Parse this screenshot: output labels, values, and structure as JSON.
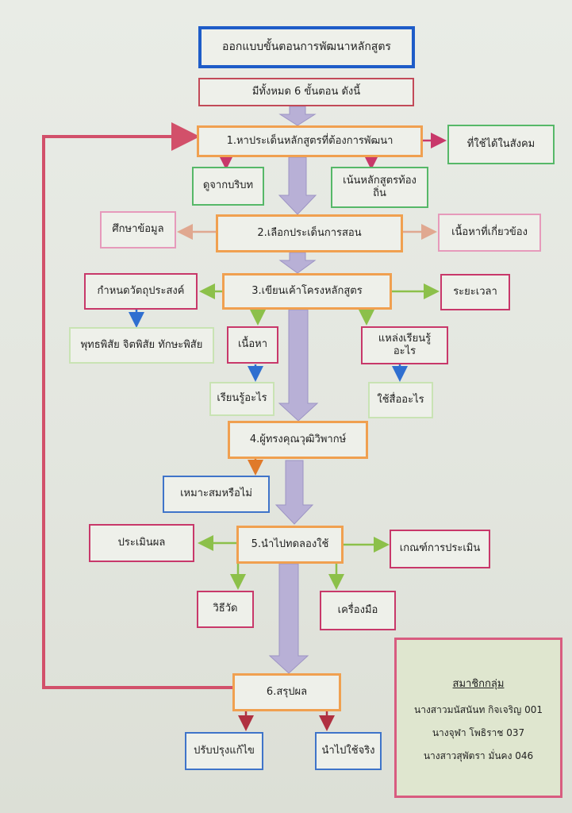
{
  "title": "ออกแบบขั้นตอนการพัฒนาหลักสูตร",
  "subtitle": "มีทั้งหมด 6 ขั้นตอน ดังนี้",
  "steps": {
    "s1": "1.หาประเด็นหลักสูตรที่ต้องการพัฒนา",
    "s2": "2.เลือกประเด็นการสอน",
    "s3": "3.เขียนเค้าโครงหลักสูตร",
    "s4": "4.ผู้ทรงคุณวุฒิวิพากษ์",
    "s5": "5.นำไปทดลองใช้",
    "s6": "6.สรุปผล"
  },
  "nodes": {
    "s1_right": "ที่ใช้ได้ในสังคม",
    "s1_left_down": "ดูจากบริบท",
    "s1_right_down": "เน้นหลักสูตรท้องถิ่น",
    "s2_left": "ศึกษาข้อมูล",
    "s2_right": "เนื้อหาที่เกี่ยวข้อง",
    "s3_left": "กำหนดวัตถุประสงค์",
    "s3_left_down": "พุทธพิสัย จิตพิสัย ทักษะพิสัย",
    "s3_right": "ระยะเวลา",
    "s3_content": "เนื้อหา",
    "s3_content_down": "เรียนรู้อะไร",
    "s3_source": "แหล่งเรียนรู้อะไร",
    "s3_source_down": "ใช้สื่ออะไร",
    "s4_down": "เหมาะสมหรือไม่",
    "s5_left": "ประเมินผล",
    "s5_right": "เกณฑ์การประเมิน",
    "s5_down_left": "วิธีวัด",
    "s5_down_right": "เครื่องมือ",
    "s6_down_left": "ปรับปรุงแก้ไข",
    "s6_down_right": "นำไปใช้จริง"
  },
  "members": {
    "heading": "สมาชิกกลุ่ม",
    "items": [
      "นางสาวมนัสนันท กิจเจริญ 001",
      "นางจุฬา โพธิราช 037",
      "นางสาวสุพัตรา มั่นคง 046"
    ]
  },
  "colors": {
    "main_arrow": "#b8b0d6",
    "loop": "#d2506a",
    "step_border": "#f0a050",
    "title_border": "#1e5cc8"
  }
}
